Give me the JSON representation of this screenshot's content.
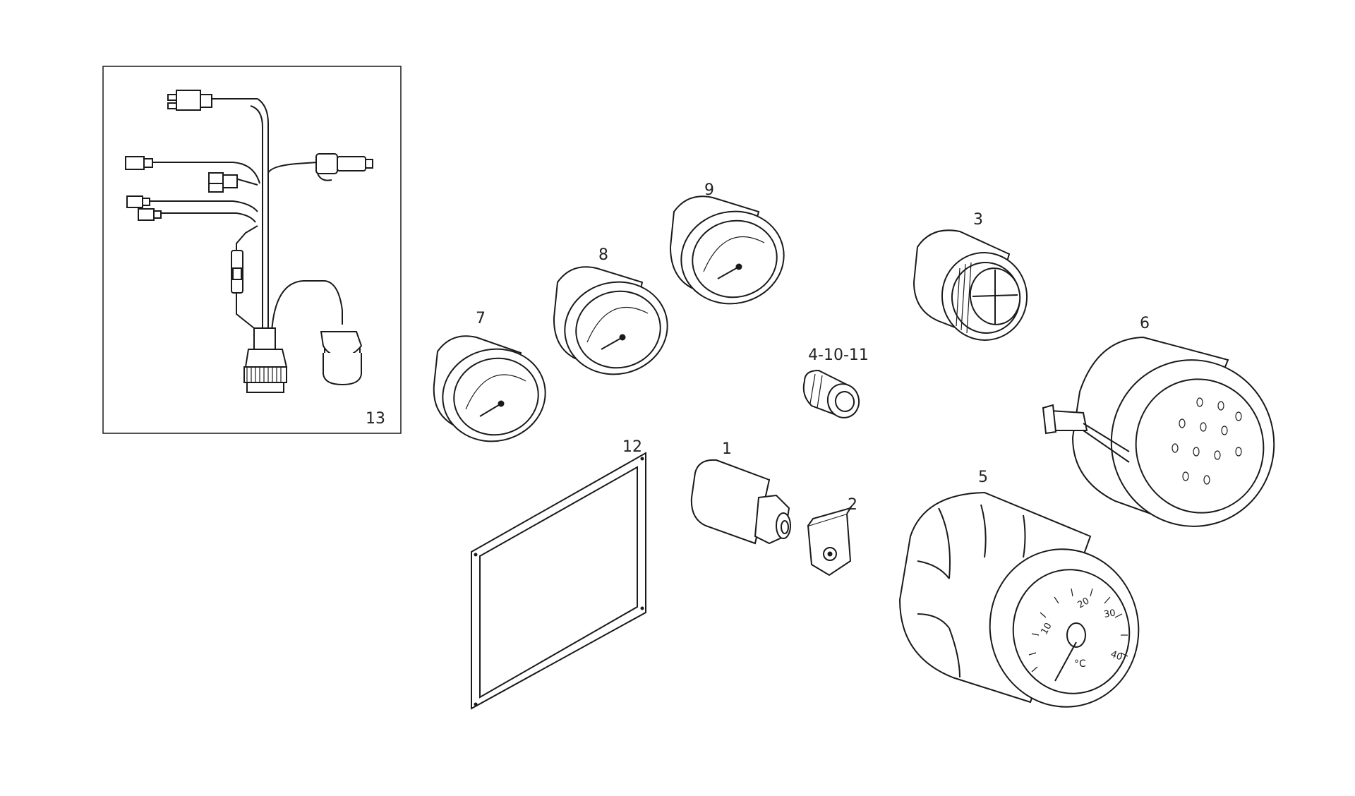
{
  "colors": {
    "line": "#1a1a1a",
    "background": "#ffffff",
    "label": "#222222"
  },
  "callouts": {
    "p1": "1",
    "p2": "2",
    "p3": "3",
    "p4_10_11": "4-10-11",
    "p5": "5",
    "p6": "6",
    "p7": "7",
    "p8": "8",
    "p9": "9",
    "p12": "12",
    "p13": "13"
  },
  "dial_marks": {
    "temp_gauge": [
      "10",
      "20",
      "30",
      "40"
    ],
    "temp_unit": "°C"
  }
}
